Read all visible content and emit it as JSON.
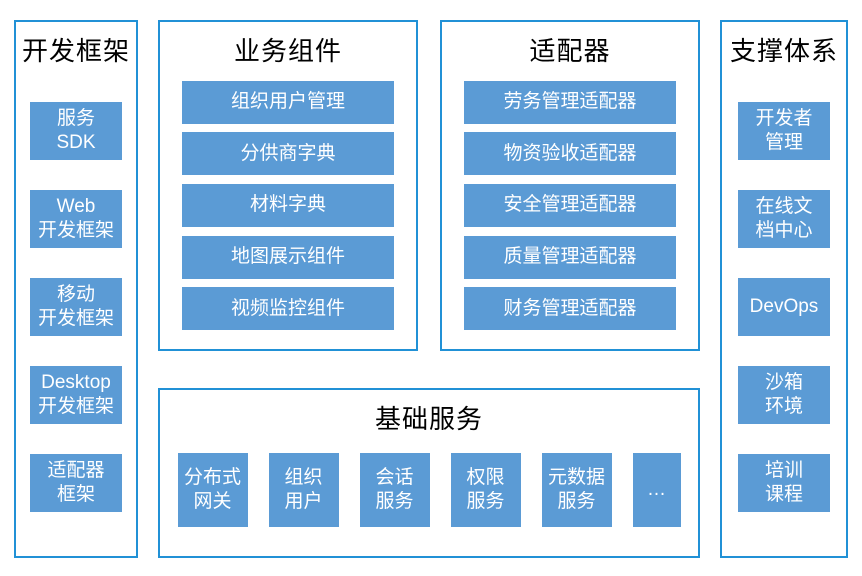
{
  "colors": {
    "block_fill": "#5B9BD5",
    "panel_border": "#2191D6",
    "block_text": "#FFFFFF",
    "title_text": "#000000",
    "background": "#FFFFFF"
  },
  "panels": {
    "dev_framework": {
      "title": "开发框架",
      "items": [
        "服务\nSDK",
        "Web\n开发框架",
        "移动\n开发框架",
        "Desktop\n开发框架",
        "适配器\n框架"
      ]
    },
    "business_components": {
      "title": "业务组件",
      "items": [
        "组织用户管理",
        "分供商字典",
        "材料字典",
        "地图展示组件",
        "视频监控组件"
      ]
    },
    "adapters": {
      "title": "适配器",
      "items": [
        "劳务管理适配器",
        "物资验收适配器",
        "安全管理适配器",
        "质量管理适配器",
        "财务管理适配器"
      ]
    },
    "support_system": {
      "title": "支撑体系",
      "items": [
        "开发者\n管理",
        "在线文\n档中心",
        "DevOps",
        "沙箱\n环境",
        "培训\n课程"
      ]
    },
    "basic_services": {
      "title": "基础服务",
      "items": [
        "分布式\n网关",
        "组织\n用户",
        "会话\n服务",
        "权限\n服务",
        "元数据\n服务",
        "…"
      ]
    }
  }
}
